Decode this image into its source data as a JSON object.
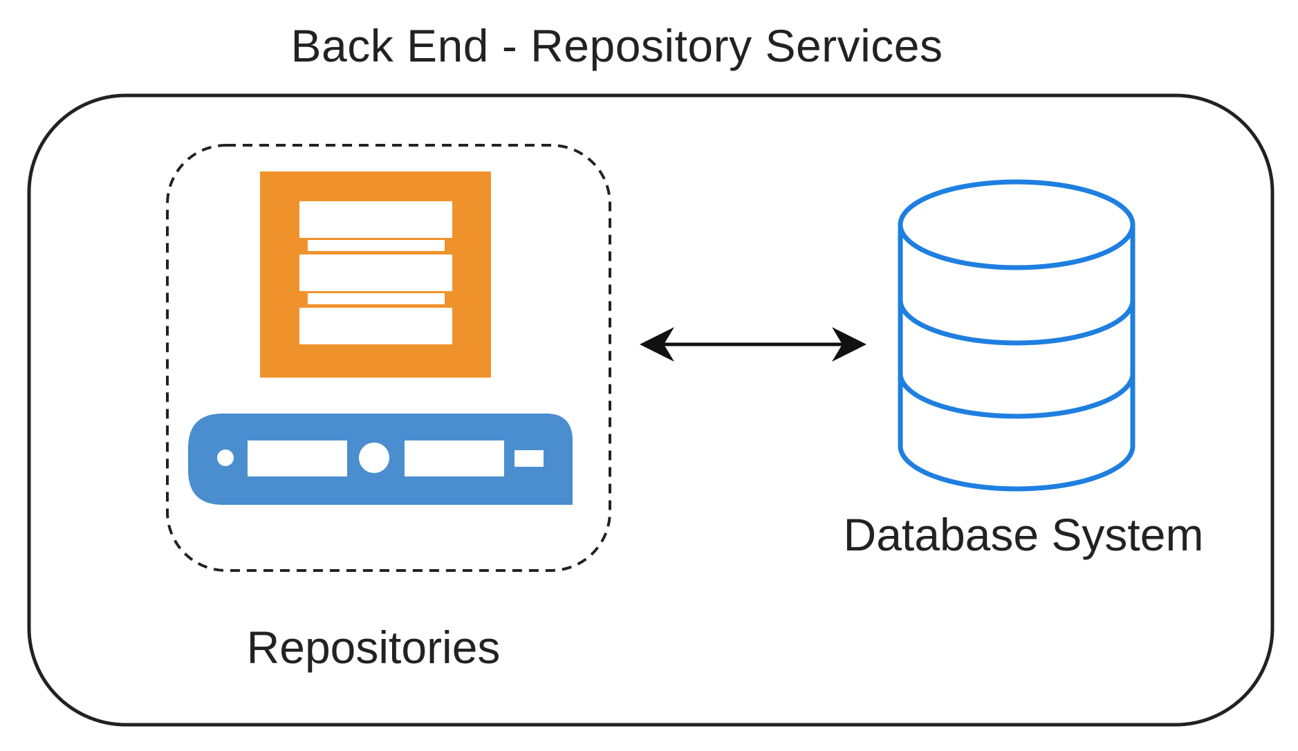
{
  "diagram": {
    "title": "Back End - Repository Services",
    "nodes": [
      {
        "id": "repositories",
        "label": "Repositories",
        "icon": "repository-server-icon"
      },
      {
        "id": "database",
        "label": "Database System",
        "icon": "database-cylinder-icon"
      }
    ],
    "edges": [
      {
        "from": "repositories",
        "to": "database",
        "direction": "bidirectional"
      }
    ],
    "colors": {
      "stroke": "#222222",
      "orange": "#F0922B",
      "blue": "#4A8ED0",
      "db_blue": "#1E7FE0",
      "white": "#FFFFFF"
    }
  }
}
